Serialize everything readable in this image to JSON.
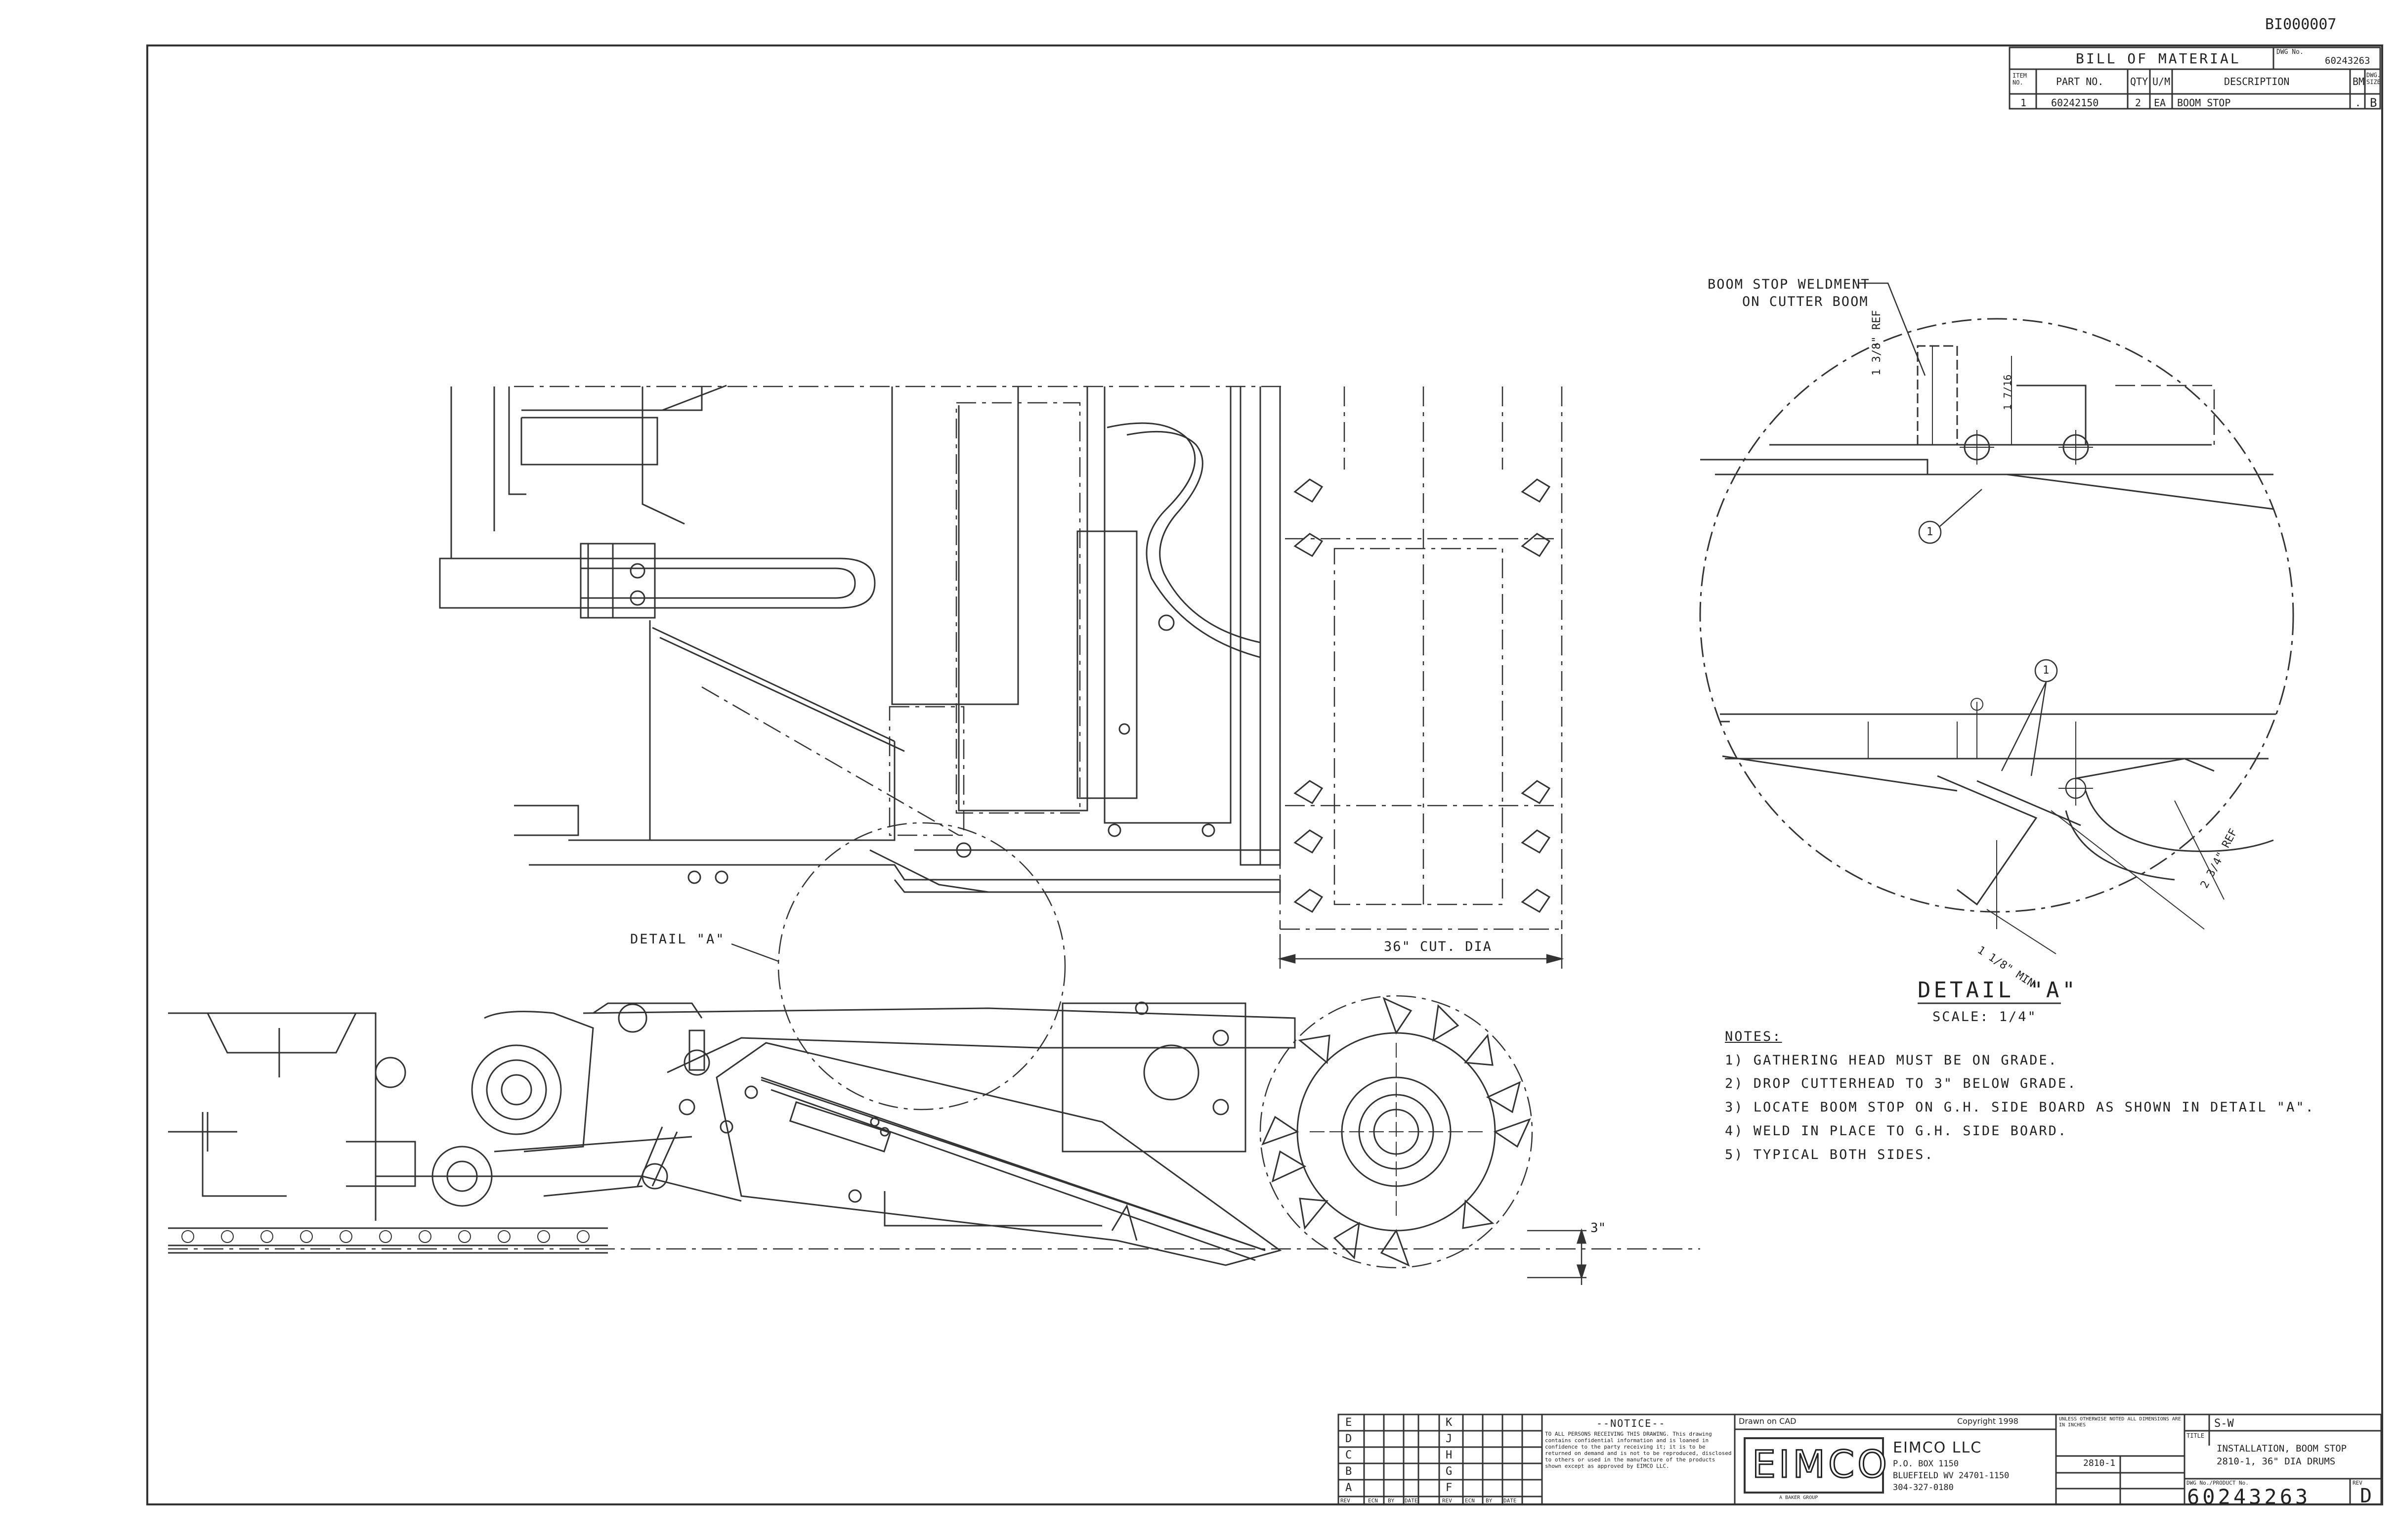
{
  "document_id": "BI000007",
  "bom": {
    "title": "BILL OF MATERIAL",
    "dwg_label": "DWG No.",
    "dwg_no": "60243263",
    "headers": [
      "ITEM NO.",
      "PART NO.",
      "QTY",
      "U/M",
      "DESCRIPTION",
      "BM",
      "DWG. SIZE"
    ],
    "rows": [
      {
        "item": "1",
        "part": "60242150",
        "qty": "2",
        "um": "EA",
        "desc": "BOOM STOP",
        "bm": ".",
        "size": "B"
      }
    ]
  },
  "labels": {
    "boom_stop_line1": "BOOM STOP WELDMENT",
    "boom_stop_line2": "ON CUTTER BOOM",
    "detail_a_pointer": "DETAIL \"A\"",
    "cut_dia": "36\" CUT. DIA",
    "drop_dim": "3\"",
    "detail_title": "DETAIL \"A\"",
    "detail_scale": "SCALE: 1/4\"",
    "dim_ref_1": "1 3/8\" REF",
    "dim_ref_2": "2 3/4\" REF",
    "dim_min": "1 1/8\" MIN",
    "dim_small": "1 7/16",
    "balloon_1": "1"
  },
  "notes": {
    "heading": "NOTES:",
    "items": [
      "1) GATHERING HEAD MUST BE ON GRADE.",
      "2) DROP CUTTERHEAD TO 3\" BELOW GRADE.",
      "3) LOCATE BOOM STOP ON G.H. SIDE BOARD AS SHOWN IN DETAIL \"A\".",
      "4) WELD IN PLACE TO G.H. SIDE BOARD.",
      "5) TYPICAL BOTH SIDES."
    ]
  },
  "title_block": {
    "revision_letters": [
      "E",
      "D",
      "C",
      "B",
      "A"
    ],
    "revision_letters_2": [
      "K",
      "J",
      "H",
      "G",
      "F"
    ],
    "revision_footer": [
      "REV",
      "ECN",
      "BY",
      "DATE",
      "REV",
      "ECN",
      "BY",
      "DATE"
    ],
    "notice_title": "--NOTICE--",
    "notice_text": "TO ALL PERSONS RECEIVING THIS DRAWING. This drawing contains confidential information and is loaned in confidence to the party receiving it; it is to be returned on demand and is not to be reproduced, disclosed to others or used in the manufacture of the products shown except as approved by EIMCO LLC.",
    "drawn_on": "Drawn on CAD",
    "copyright": "Copyright 1998",
    "logo": "EIMCO",
    "logo_sub": "A BAKER GROUP",
    "company": "EIMCO LLC",
    "address_1": "P.O. BOX 1150",
    "address_2": "BLUEFIELD WV 24701-1150",
    "phone": "304-327-0180",
    "tolerance_text": "UNLESS OTHERWISE NOTED ALL DIMENSIONS ARE IN INCHES",
    "cad_no": "2810-1",
    "proj": "S-W",
    "title_label": "TITLE",
    "title_line1": "INSTALLATION, BOOM STOP",
    "title_line2": "2810-1, 36\" DIA DRUMS",
    "dwg_no_label": "DWG No./PRODUCT No.",
    "dwg_no": "60243263",
    "rev_label": "REV",
    "rev": "D"
  }
}
